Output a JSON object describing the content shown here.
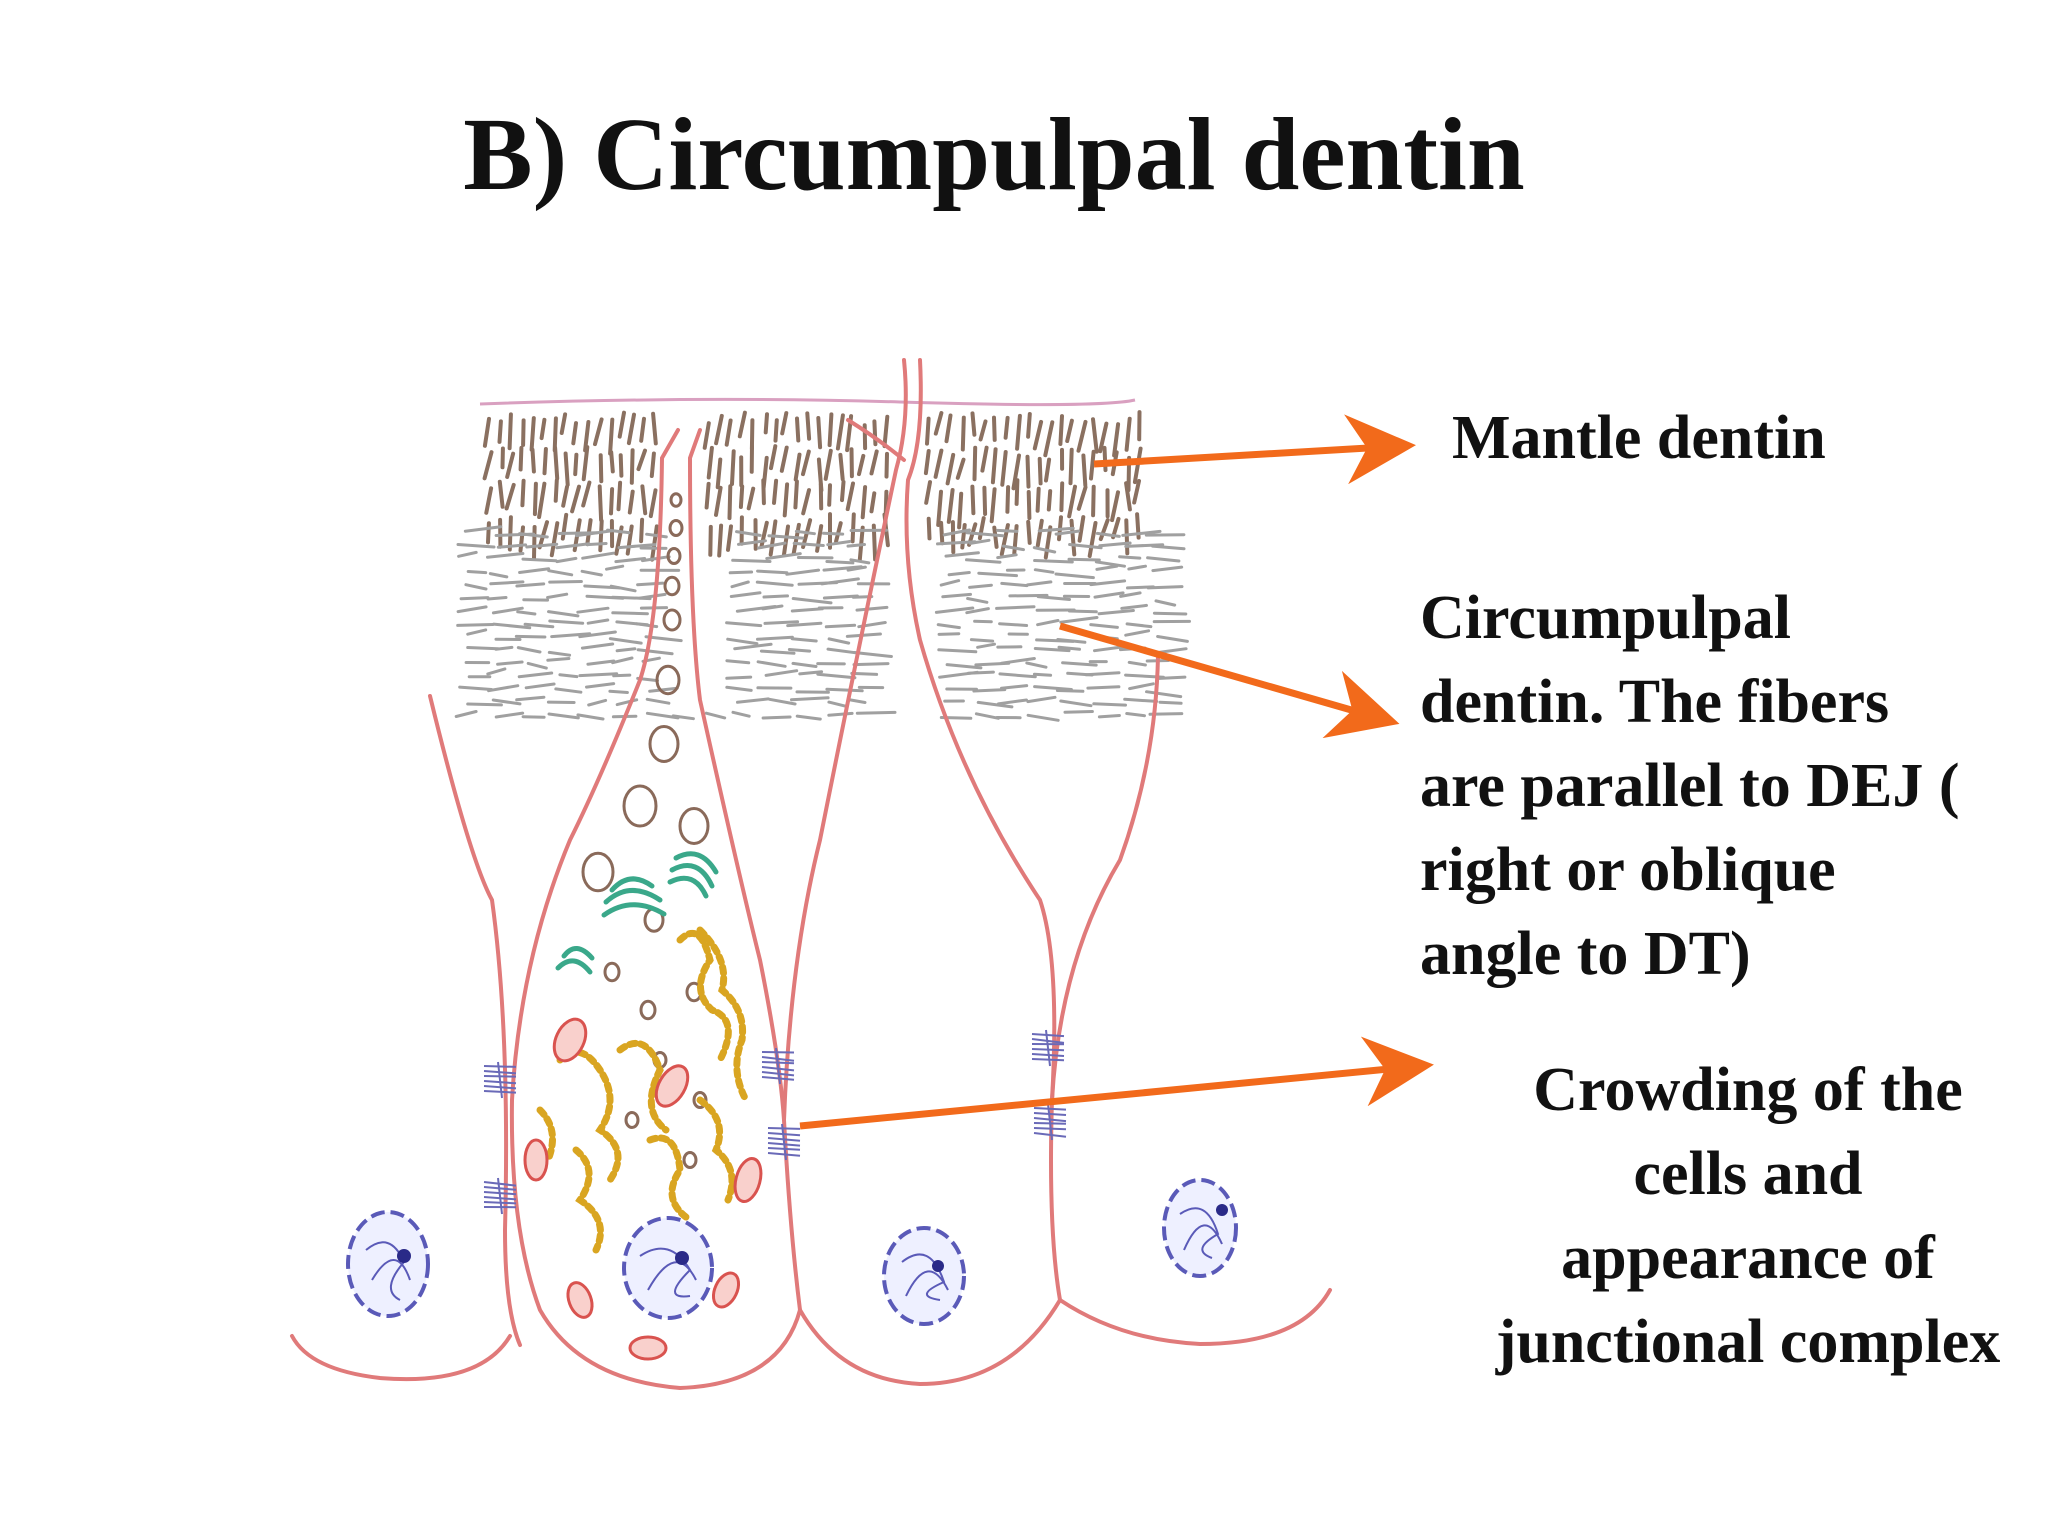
{
  "title": "B) Circumpulpal dentin",
  "labels": {
    "mantle": {
      "lines": [
        "Mantle dentin"
      ]
    },
    "circumpulpal": {
      "lines": [
        "Circumpulpal",
        "dentin. The fibers",
        "are parallel to DEJ (",
        "right or oblique",
        "angle to DT)"
      ]
    },
    "crowding": {
      "lines": [
        "Crowding of the",
        "cells and",
        "appearance of",
        "junctional complex"
      ]
    }
  },
  "colors": {
    "arrow": "#f26a1b",
    "cell_outline": "#e07a7a",
    "mantle_fibers": "#8a7060",
    "circumpulpal_fibers": "#9a9a9a",
    "golgi": "#3aa88a",
    "rough_er": "#d9a521",
    "mitochondria": "#d9534f",
    "nucleus": "#5a5ab8",
    "vesicles": "#8a6a5a",
    "junctions": "#6a6ab8"
  }
}
